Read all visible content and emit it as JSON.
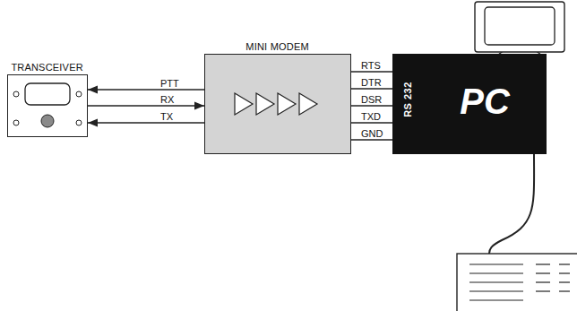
{
  "diagram": {
    "nodes": [
      {
        "text": [
          "TRANSCEIVER"
        ]
      },
      {
        "text": [
          "MINI MODEM"
        ]
      },
      {
        "text": [
          "RS 232",
          "PC"
        ]
      }
    ],
    "edges": [
      {
        "from": 1,
        "to": 0,
        "label": "PTT",
        "arrow": "to"
      },
      {
        "from": 0,
        "to": 1,
        "label": "RX",
        "arrow": "to"
      },
      {
        "from": 1,
        "to": 0,
        "label": "TX",
        "arrow": "to"
      },
      {
        "from": 1,
        "to": 2,
        "label": "RTS",
        "arrow": "none"
      },
      {
        "from": 1,
        "to": 2,
        "label": "DTR",
        "arrow": "none"
      },
      {
        "from": 1,
        "to": 2,
        "label": "DSR",
        "arrow": "none"
      },
      {
        "from": 1,
        "to": 2,
        "label": "TXD",
        "arrow": "none"
      },
      {
        "from": 1,
        "to": 2,
        "label": "GND",
        "arrow": "none"
      }
    ]
  }
}
